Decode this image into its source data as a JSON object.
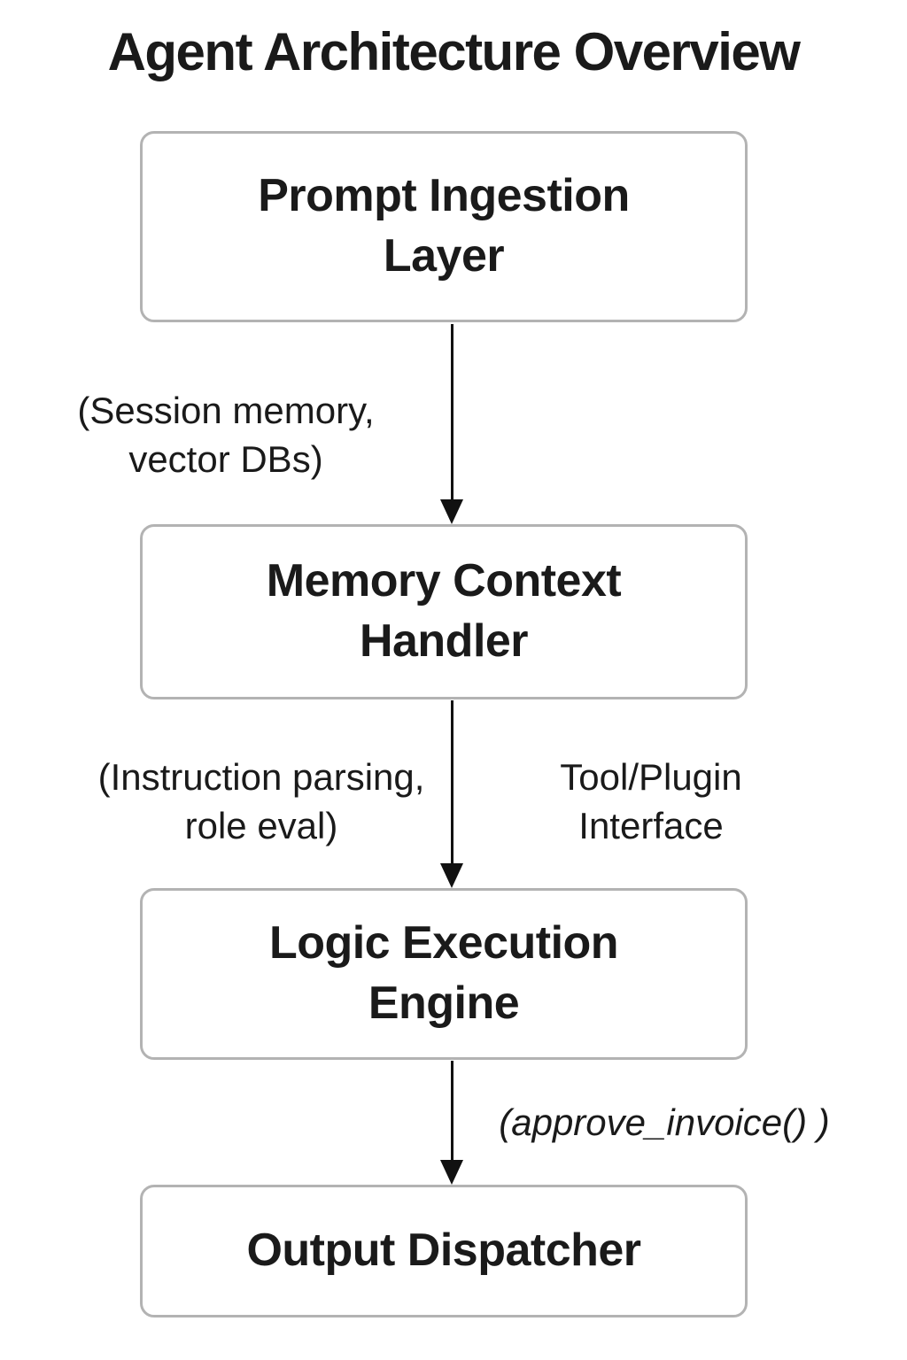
{
  "title": "Agent Architecture Overview",
  "nodes": {
    "prompt_ingestion": {
      "label": "Prompt Ingestion\nLayer"
    },
    "memory_context": {
      "label": "Memory Context\nHandler"
    },
    "logic_execution": {
      "label": "Logic Execution\nEngine"
    },
    "output_dispatcher": {
      "label": "Output Dispatcher"
    }
  },
  "edge_labels": {
    "session_memory": "(Session memory,\nvector DBs)",
    "instruction_parsing": "(Instruction parsing,\nrole eval)",
    "tool_plugin": "Tool/Plugin\nInterface",
    "approve_invoice": "(approve_invoice() )"
  },
  "colors": {
    "text": "#1a1a1a",
    "box_border": "#b3b3b3",
    "box_fill": "#ffffff",
    "arrow": "#111111",
    "background": "#ffffff"
  }
}
